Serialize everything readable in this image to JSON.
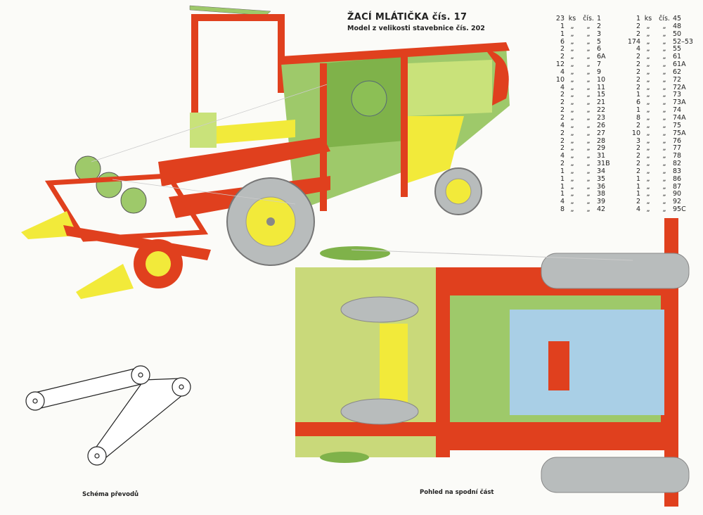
{
  "header": {
    "title": "ŽACÍ MLÁTIČKA čís. 17",
    "subtitle": "Model z velikosti stavebnice čís. 202"
  },
  "parts_list": {
    "left": [
      {
        "qty": "23",
        "unit": "ks",
        "label": "čís.",
        "part": "1"
      },
      {
        "qty": "1",
        "unit": "„",
        "label": "„",
        "part": "2"
      },
      {
        "qty": "1",
        "unit": "„",
        "label": "„",
        "part": "3"
      },
      {
        "qty": "6",
        "unit": "„",
        "label": "„",
        "part": "5"
      },
      {
        "qty": "2",
        "unit": "„",
        "label": "„",
        "part": "6"
      },
      {
        "qty": "2",
        "unit": "„",
        "label": "„",
        "part": "6A"
      },
      {
        "qty": "12",
        "unit": "„",
        "label": "„",
        "part": "7"
      },
      {
        "qty": "4",
        "unit": "„",
        "label": "„",
        "part": "9"
      },
      {
        "qty": "10",
        "unit": "„",
        "label": "„",
        "part": "10"
      },
      {
        "qty": "4",
        "unit": "„",
        "label": "„",
        "part": "11"
      },
      {
        "qty": "2",
        "unit": "„",
        "label": "„",
        "part": "15"
      },
      {
        "qty": "2",
        "unit": "„",
        "label": "„",
        "part": "21"
      },
      {
        "qty": "2",
        "unit": "„",
        "label": "„",
        "part": "22"
      },
      {
        "qty": "2",
        "unit": "„",
        "label": "„",
        "part": "23"
      },
      {
        "qty": "4",
        "unit": "„",
        "label": "„",
        "part": "26"
      },
      {
        "qty": "2",
        "unit": "„",
        "label": "„",
        "part": "27"
      },
      {
        "qty": "2",
        "unit": "„",
        "label": "„",
        "part": "28"
      },
      {
        "qty": "2",
        "unit": "„",
        "label": "„",
        "part": "29"
      },
      {
        "qty": "4",
        "unit": "„",
        "label": "„",
        "part": "31"
      },
      {
        "qty": "2",
        "unit": "„",
        "label": "„",
        "part": "31B"
      },
      {
        "qty": "1",
        "unit": "„",
        "label": "„",
        "part": "34"
      },
      {
        "qty": "1",
        "unit": "„",
        "label": "„",
        "part": "35"
      },
      {
        "qty": "1",
        "unit": "„",
        "label": "„",
        "part": "36"
      },
      {
        "qty": "1",
        "unit": "„",
        "label": "„",
        "part": "38"
      },
      {
        "qty": "4",
        "unit": "„",
        "label": "„",
        "part": "39"
      },
      {
        "qty": "8",
        "unit": "„",
        "label": "„",
        "part": "42"
      }
    ],
    "right": [
      {
        "qty": "1",
        "unit": "ks",
        "label": "čís.",
        "part": "45"
      },
      {
        "qty": "2",
        "unit": "„",
        "label": "„",
        "part": "48"
      },
      {
        "qty": "2",
        "unit": "„",
        "label": "„",
        "part": "50"
      },
      {
        "qty": "174",
        "unit": "„",
        "label": "„",
        "part": "52–53"
      },
      {
        "qty": "4",
        "unit": "„",
        "label": "„",
        "part": "55"
      },
      {
        "qty": "2",
        "unit": "„",
        "label": "„",
        "part": "61"
      },
      {
        "qty": "2",
        "unit": "„",
        "label": "„",
        "part": "61A"
      },
      {
        "qty": "2",
        "unit": "„",
        "label": "„",
        "part": "62"
      },
      {
        "qty": "2",
        "unit": "„",
        "label": "„",
        "part": "72"
      },
      {
        "qty": "2",
        "unit": "„",
        "label": "„",
        "part": "72A"
      },
      {
        "qty": "1",
        "unit": "„",
        "label": "„",
        "part": "73"
      },
      {
        "qty": "6",
        "unit": "„",
        "label": "„",
        "part": "73A"
      },
      {
        "qty": "1",
        "unit": "„",
        "label": "„",
        "part": "74"
      },
      {
        "qty": "8",
        "unit": "„",
        "label": "„",
        "part": "74A"
      },
      {
        "qty": "2",
        "unit": "„",
        "label": "„",
        "part": "75"
      },
      {
        "qty": "10",
        "unit": "„",
        "label": "„",
        "part": "75A"
      },
      {
        "qty": "3",
        "unit": "„",
        "label": "„",
        "part": "76"
      },
      {
        "qty": "2",
        "unit": "„",
        "label": "„",
        "part": "77"
      },
      {
        "qty": "2",
        "unit": "„",
        "label": "„",
        "part": "78"
      },
      {
        "qty": "2",
        "unit": "„",
        "label": "„",
        "part": "82"
      },
      {
        "qty": "2",
        "unit": "„",
        "label": "„",
        "part": "83"
      },
      {
        "qty": "1",
        "unit": "„",
        "label": "„",
        "part": "86"
      },
      {
        "qty": "1",
        "unit": "„",
        "label": "„",
        "part": "87"
      },
      {
        "qty": "1",
        "unit": "„",
        "label": "„",
        "part": "90"
      },
      {
        "qty": "2",
        "unit": "„",
        "label": "„",
        "part": "92"
      },
      {
        "qty": "4",
        "unit": "„",
        "label": "„",
        "part": "95C"
      }
    ]
  },
  "captions": {
    "belt_diagram": "Schéma převodů",
    "bottom_view": "Pohled na spodní část"
  },
  "colors": {
    "red": "#e0401e",
    "green": "#9ec96a",
    "yellow": "#f2ea3a",
    "blue": "#a9cfe6",
    "grey": "#b8bcbc"
  }
}
